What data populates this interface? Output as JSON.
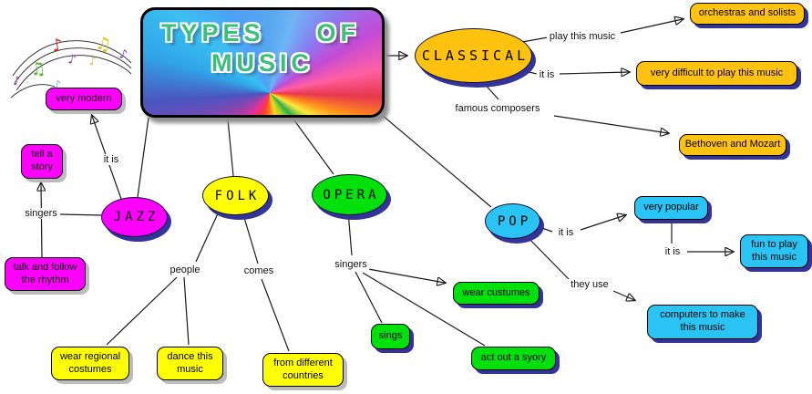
{
  "title": {
    "word1": "TYPES",
    "word2": "OF",
    "word3": "MUSIC"
  },
  "decor": {
    "music_notes_icon": "music-notes-clipart"
  },
  "nodes": {
    "classical": "CLASSICAL",
    "jazz": "JAZZ",
    "folk": "FOLK",
    "opera": "OPERA",
    "pop": "POP"
  },
  "boxes": {
    "very_modern": "very modern",
    "tell_a_story": "tell a story",
    "talk_follow": "talk and follow the rhythm",
    "orchestras": "orchestras and solists",
    "difficult": "very difficult to play this music",
    "bethoven": "Bethoven and Mozart",
    "very_popular": "very popular",
    "fun_to_play": "fun to play this music",
    "computers": "computers to make this music",
    "wear_custumes": "wear custumes",
    "sings": "sings",
    "act_out": "act out a syory",
    "wear_regional": "wear regional costumes",
    "dance_this": "dance this music",
    "from_different": "from different countries"
  },
  "labels": {
    "play_this_music": "play this music",
    "it_is_classical": "it is",
    "famous_composers": "famous composers",
    "it_is_jazz": "it is",
    "singers_jazz": "singers",
    "people": "people",
    "comes": "comes",
    "singers_opera": "singers",
    "it_is_pop": "it is",
    "they_use": "they use",
    "it_is_pop2": "it is"
  },
  "colors": {
    "classical_orange": "#FFC20E",
    "jazz_magenta": "#FF00FF",
    "folk_yellow": "#FFFF00",
    "opera_green": "#00E00A",
    "pop_cyan": "#29C4F4",
    "shadow_navy": "#333399",
    "shadow_gray": "#BCBCBC",
    "line_black": "#1A1A1A",
    "title_green": "#3DBE7D"
  }
}
